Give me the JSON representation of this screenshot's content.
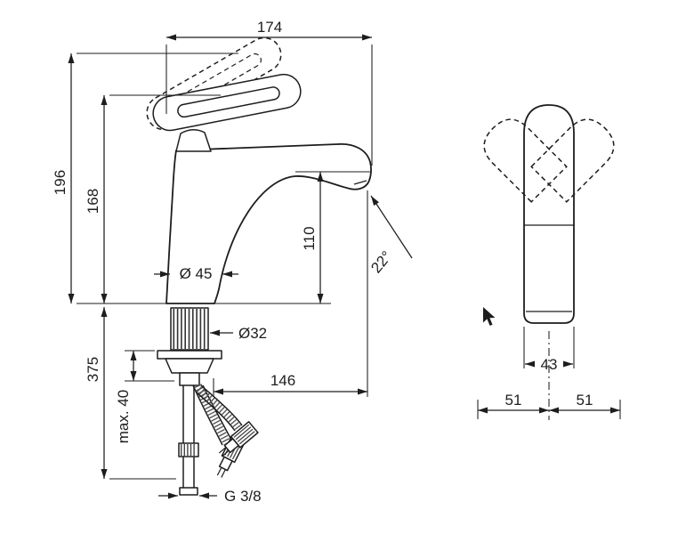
{
  "page": {
    "background": "#ffffff",
    "ink": "#1d1d1d"
  },
  "icons": {
    "cursor_pointer": "arrow-pointer"
  },
  "diagram": {
    "side_view": {
      "length_overall": "174",
      "height_overall": "196",
      "height_to_handle": "168",
      "spout_height": "110",
      "body_diameter": "Ø 45",
      "shaft_diameter": "Ø32",
      "hose_length": "375",
      "max_mounting_thickness": "max. 40",
      "spout_reach": "146",
      "spout_angle": "22°",
      "connection_thread": "G 3/8"
    },
    "front_view": {
      "body_width": "43",
      "handle_swing_left": "51",
      "handle_swing_right": "51"
    }
  }
}
